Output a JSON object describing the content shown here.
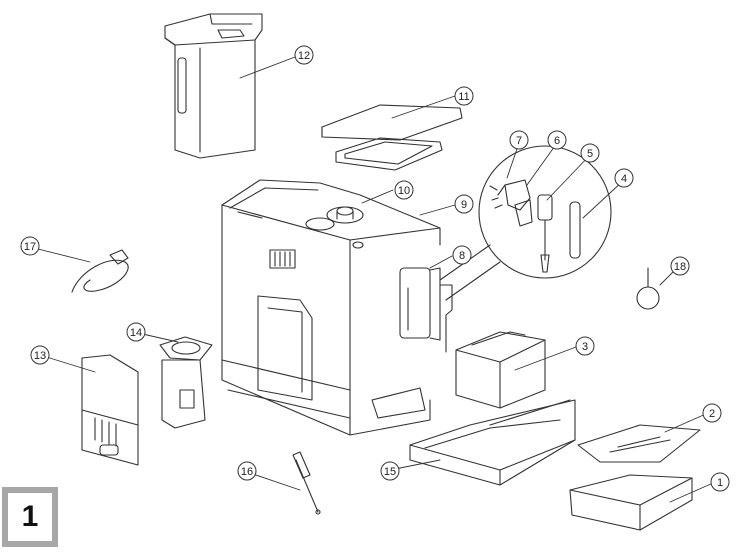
{
  "figure": {
    "badge_label": "1",
    "callouts": [
      {
        "id": "c1",
        "label": "1"
      },
      {
        "id": "c2",
        "label": "2"
      },
      {
        "id": "c3",
        "label": "3"
      },
      {
        "id": "c4",
        "label": "4"
      },
      {
        "id": "c5",
        "label": "5"
      },
      {
        "id": "c6",
        "label": "6"
      },
      {
        "id": "c7",
        "label": "7"
      },
      {
        "id": "c8",
        "label": "8"
      },
      {
        "id": "c9",
        "label": "9"
      },
      {
        "id": "c10",
        "label": "10"
      },
      {
        "id": "c11",
        "label": "11"
      },
      {
        "id": "c12",
        "label": "12"
      },
      {
        "id": "c13",
        "label": "13"
      },
      {
        "id": "c14",
        "label": "14"
      },
      {
        "id": "c15",
        "label": "15"
      },
      {
        "id": "c16",
        "label": "16"
      },
      {
        "id": "c17",
        "label": "17"
      },
      {
        "id": "c18",
        "label": "18"
      }
    ]
  },
  "colors": {
    "line": "#333333",
    "badge_border": "#a7a7a7"
  }
}
